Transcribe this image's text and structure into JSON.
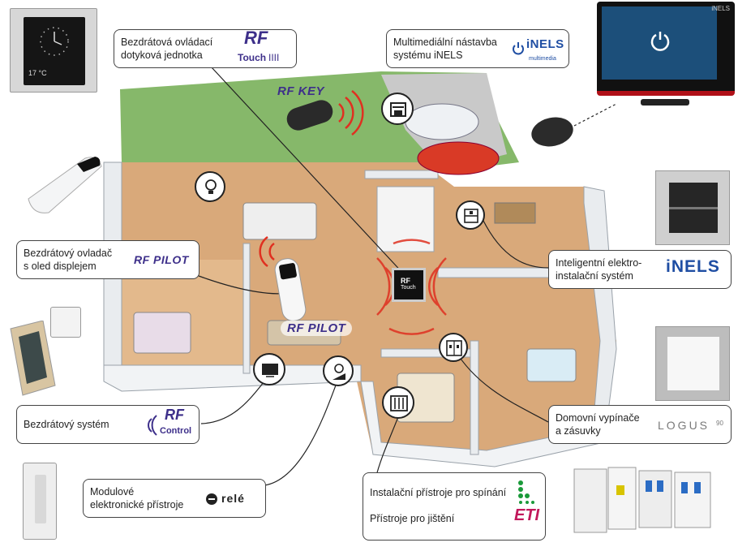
{
  "callouts": {
    "rf_touch": {
      "line1": "Bezdrátová ovládací",
      "line2": "dotyková jednotka",
      "logo_main": "RF",
      "logo_sub": "Touch",
      "logo_bars": "IIII"
    },
    "multimedia": {
      "line1": "Multimediální nástavba",
      "line2": "systému iNELS",
      "logo_main": "iNELS",
      "logo_sub": "multimedia"
    },
    "rf_pilot": {
      "line1": "Bezdrátový ovladač",
      "line2": "s oled displejem",
      "logo": "RF PILOT"
    },
    "inels": {
      "line1": "Inteligentní elektro-",
      "line2": "instalační systém",
      "logo": "iNELS"
    },
    "rf_control": {
      "line1": "Bezdrátový systém",
      "logo_main": "RF",
      "logo_sub": "Control"
    },
    "logus": {
      "line1": "Domovní vypínače",
      "line2": "a zásuvky",
      "logo": "LOGUS",
      "logo_suffix": "90"
    },
    "rele": {
      "line1": "Modulové",
      "line2": "elektronické přístroje",
      "logo": "relé"
    },
    "eti": {
      "line1": "Instalační přístroje pro spínání",
      "line2": "Přístroje pro jištění",
      "logo": "ETI"
    }
  },
  "floating_labels": {
    "rf_key": "RF KEY",
    "rf_pilot_scene": "RF PILOT",
    "rf_touch_center_main": "RF",
    "rf_touch_center_sub": "Touch"
  },
  "devices": {
    "touch_panel_temp": "17 °C",
    "tv_logo": "iNELS"
  },
  "colors": {
    "callout_border": "#444444",
    "inels_blue": "#1f4ea3",
    "rf_purple": "#3d2f8a",
    "eti_green": "#1a9a3a",
    "eti_magenta": "#c2185b",
    "signal_red": "#e03020",
    "tv_red": "#b01018",
    "floor_wood": "#d9a97a",
    "lawn": "#86b86a",
    "wall_white": "#e9ecef"
  },
  "icons": [
    "rf-touch-logo",
    "inels-multimedia-logo",
    "rf-control-logo",
    "rele-logo",
    "eti-logo",
    "logus-logo",
    "power-icon",
    "lightbulb-icon",
    "garage-icon",
    "blind-icon",
    "display-icon",
    "dimmer-icon",
    "radiator-icon",
    "switch-icon"
  ]
}
